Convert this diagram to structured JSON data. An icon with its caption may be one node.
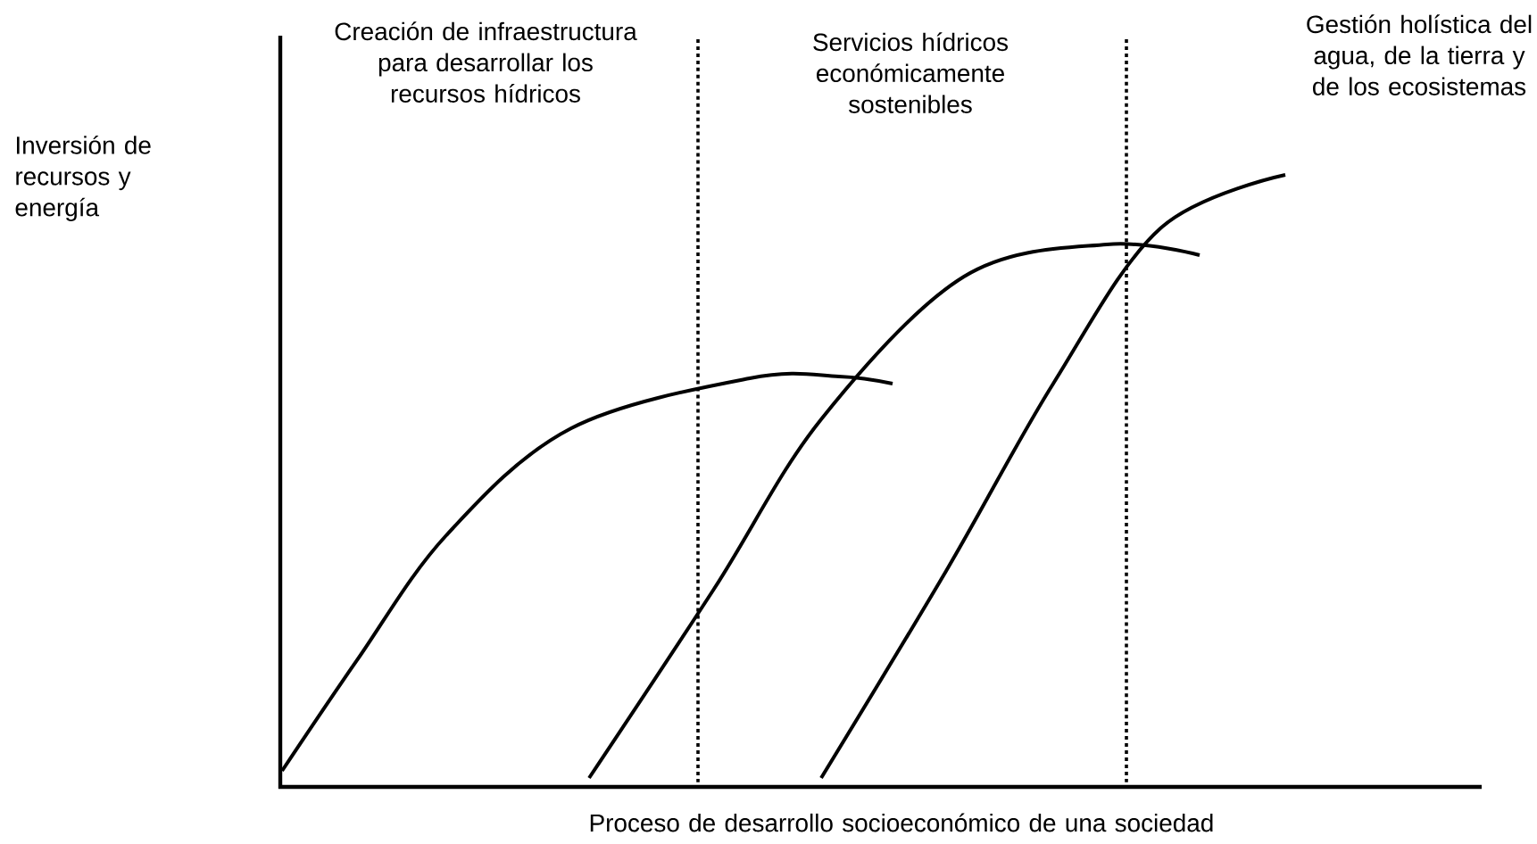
{
  "diagram": {
    "labels": [
      "Inversión de recursos y energía",
      "Creación de infraestructura para desarrollar los recursos hídricos",
      "Servicios hídricos económicamente sostenibles",
      "Gestión holística del agua, de la tierra y de los ecosistemas",
      "Proceso de desarrollo socioeconómico de una sociedad"
    ]
  }
}
